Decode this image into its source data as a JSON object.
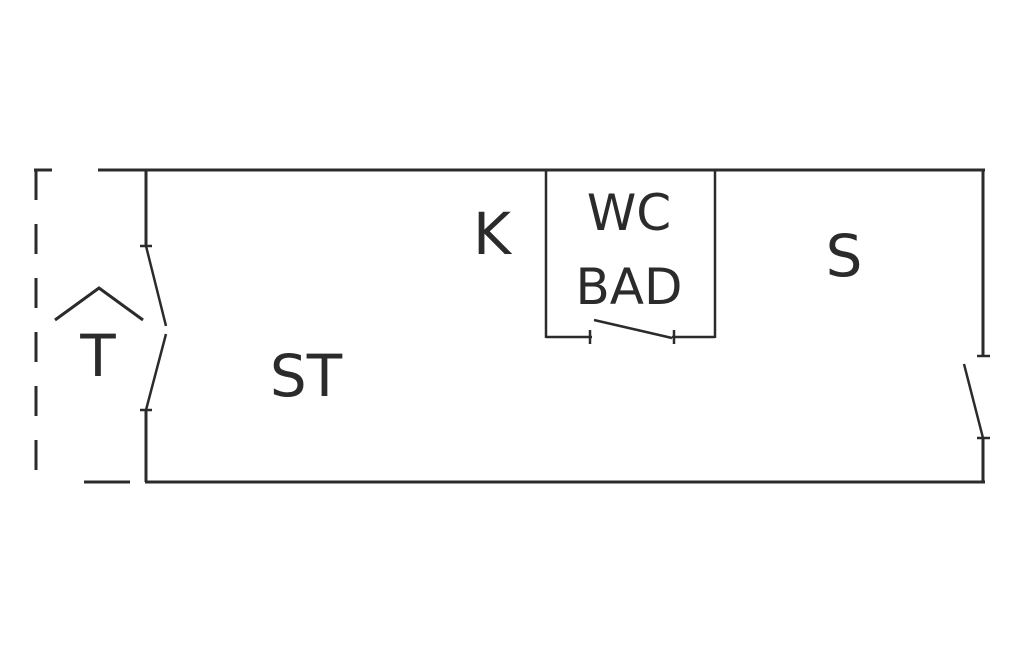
{
  "rooms": {
    "living": "ST",
    "kitchen": "K",
    "wc_line1": "WC",
    "wc_line2": "BAD",
    "sleeping": "S"
  },
  "entrance": {
    "label": "T"
  },
  "colors": {
    "line": "#2b2b2b",
    "background": "#ffffff"
  }
}
